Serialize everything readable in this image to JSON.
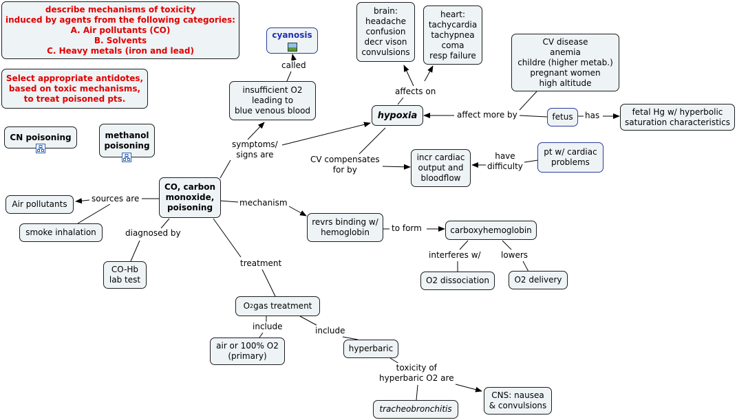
{
  "notes": {
    "objectives": "describe mechanisms of toxicity\ninduced by agents from the following categories:\nA.  Air pollutants (CO)\nB.  Solvents\nC.  Heavy metals (iron and lead)",
    "antidotes": "Select appropriate antidotes,\nbased on toxic mechanisms,\nto treat poisoned pts."
  },
  "nodes": {
    "cn_poisoning": "CN poisoning",
    "methanol_poisoning": "methanol\npoisoning",
    "co_poisoning": "CO, carbon\nmonoxide,\npoisoning",
    "air_pollutants": "Air pollutants",
    "smoke_inhalation": "smoke inhalation",
    "coh_test": "CO-Hb\nlab test",
    "o2_treatment_prefix": "O",
    "o2_treatment_sub": "2",
    "o2_treatment_suffix": " gas treatment",
    "air_100_o2": "air or 100% O2\n(primary)",
    "hyperbaric": "hyperbaric",
    "tracheobronchitis": "tracheobronchitis",
    "cns": "CNS: nausea\n& convulsions",
    "revrs_binding": "revrs binding w/\nhemoglobin",
    "carboxyhemoglobin": "carboxyhemoglobin",
    "o2_dissociation": "O2 dissociation",
    "o2_delivery": "O2 delivery",
    "insufficient_o2": "insufficient O2\nleading to\nblue venous blood",
    "cyanosis": "cyanosis",
    "hypoxia": "hypoxia",
    "brain": "brain:\nheadache\nconfusion\ndecr vison\nconvulsions",
    "heart": "heart:\ntachycardia\ntachypnea\ncoma\nresp failure",
    "cv_disease": "CV disease\nanemia\nchildre (higher metab.)\npregnant women\nhigh altitude",
    "fetus": "fetus",
    "fetal_hg": "fetal Hg w/ hyperbolic\nsaturation characteristics",
    "incr_cardiac": "incr cardiac\noutput and\nbloodflow",
    "pt_cardiac": "pt w/ cardiac\nproblems"
  },
  "links": {
    "sources_are": "sources are",
    "diagnosed_by": "diagnosed by",
    "treatment": "treatment",
    "include_1": "include",
    "include_2": "include",
    "toxicity_of": "toxicity of\nhyperbaric O2 are",
    "mechanism": "mechanism",
    "to_form": "to form",
    "interferes_w": "interferes w/",
    "lowers": "lowers",
    "symptoms_signs": "symptoms/\nsigns are",
    "called": "called",
    "affects_on": "affects on",
    "affect_more_by": "affect more by",
    "has": "has",
    "cv_compensates": "CV compensates\nfor by",
    "have_difficulty": "have\ndifficulty"
  },
  "icons": {
    "cyanosis": "image-icon",
    "cn_poisoning": "concept-map-icon",
    "methanol_poisoning": "concept-map-icon"
  },
  "colors": {
    "node_fill": "#eef3f5",
    "note_text": "#e00000",
    "cyanosis_text": "#1f2fb0",
    "link_border_blue": "#2b3a9a"
  }
}
